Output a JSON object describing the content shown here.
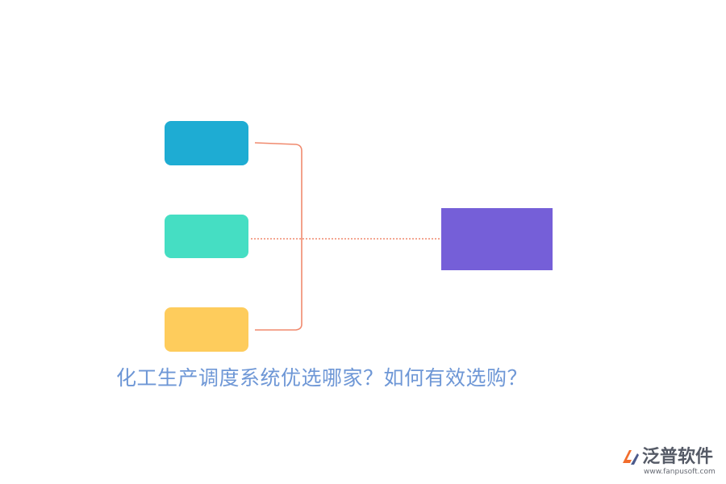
{
  "diagram": {
    "colors": {
      "box_top": "#1eacd3",
      "box_middle": "#45dec3",
      "box_bottom": "#fecc5c",
      "box_target": "#755fd8",
      "bracket": "#f08a6e",
      "dotted_link": "#f08a6e",
      "headline": "#6e97d6"
    }
  },
  "headline": "化工生产调度系统优选哪家？如何有效选购？",
  "logo": {
    "name": "泛普软件",
    "url": "www.fanpusoft.com",
    "colors": {
      "mark_primary": "#f26d2c",
      "mark_secondary": "#4b5a8c"
    }
  }
}
